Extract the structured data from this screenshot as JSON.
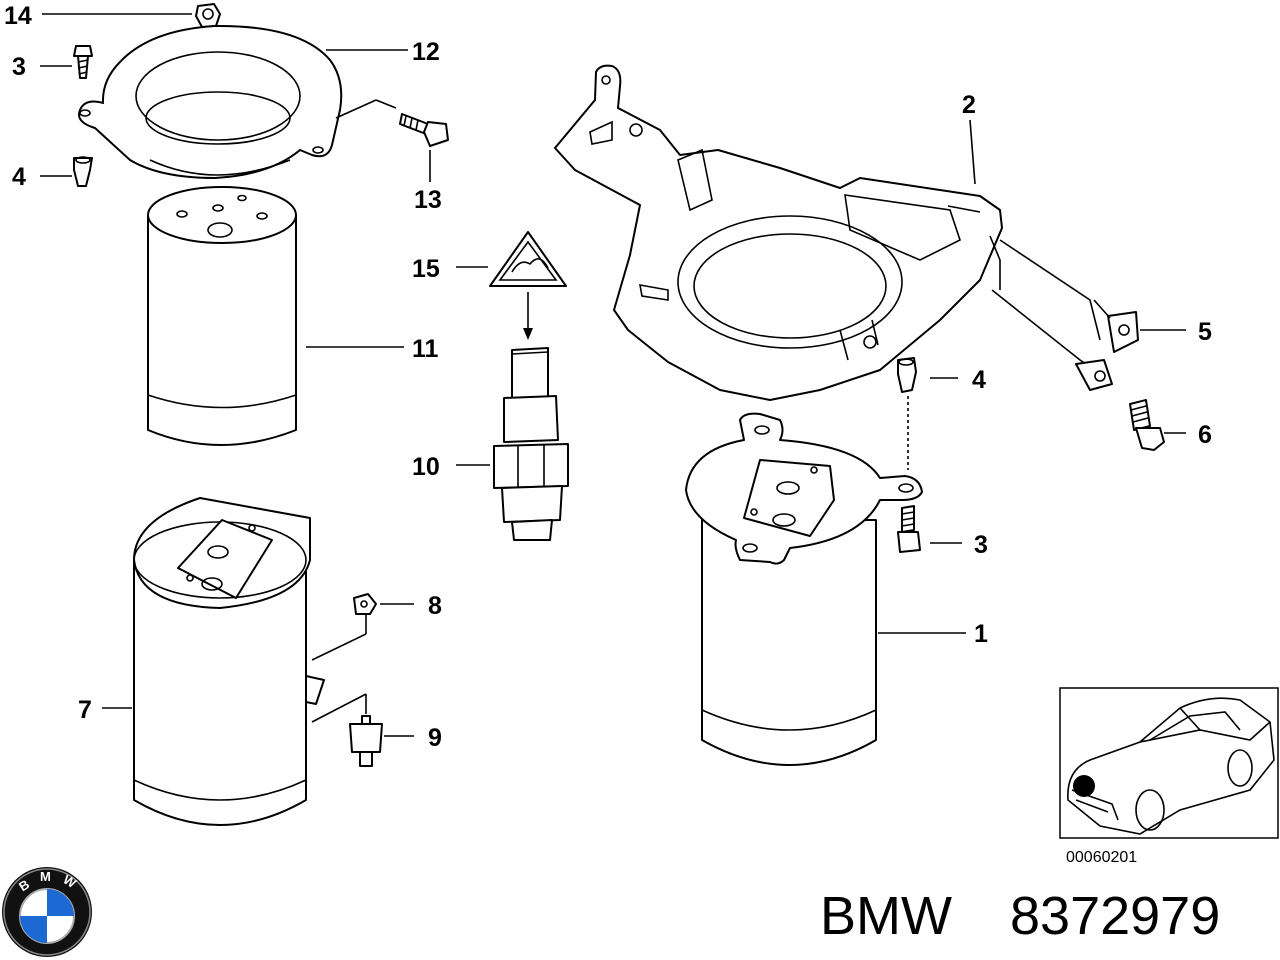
{
  "callouts": {
    "c1": "1",
    "c2": "2",
    "c3a": "3",
    "c3b": "3",
    "c4a": "4",
    "c4b": "4",
    "c5": "5",
    "c6": "6",
    "c7": "7",
    "c8": "8",
    "c9": "9",
    "c10": "10",
    "c11": "11",
    "c12": "12",
    "c13": "13",
    "c14": "14",
    "c15": "15"
  },
  "inset": {
    "reference_code": "00060201"
  },
  "footer": {
    "brand_name": "BMW",
    "part_number": "8372979"
  },
  "logo": {
    "letters": "BMW",
    "colors": {
      "blue": "#1c69d4",
      "white": "#ffffff",
      "ring": "#111111"
    }
  }
}
